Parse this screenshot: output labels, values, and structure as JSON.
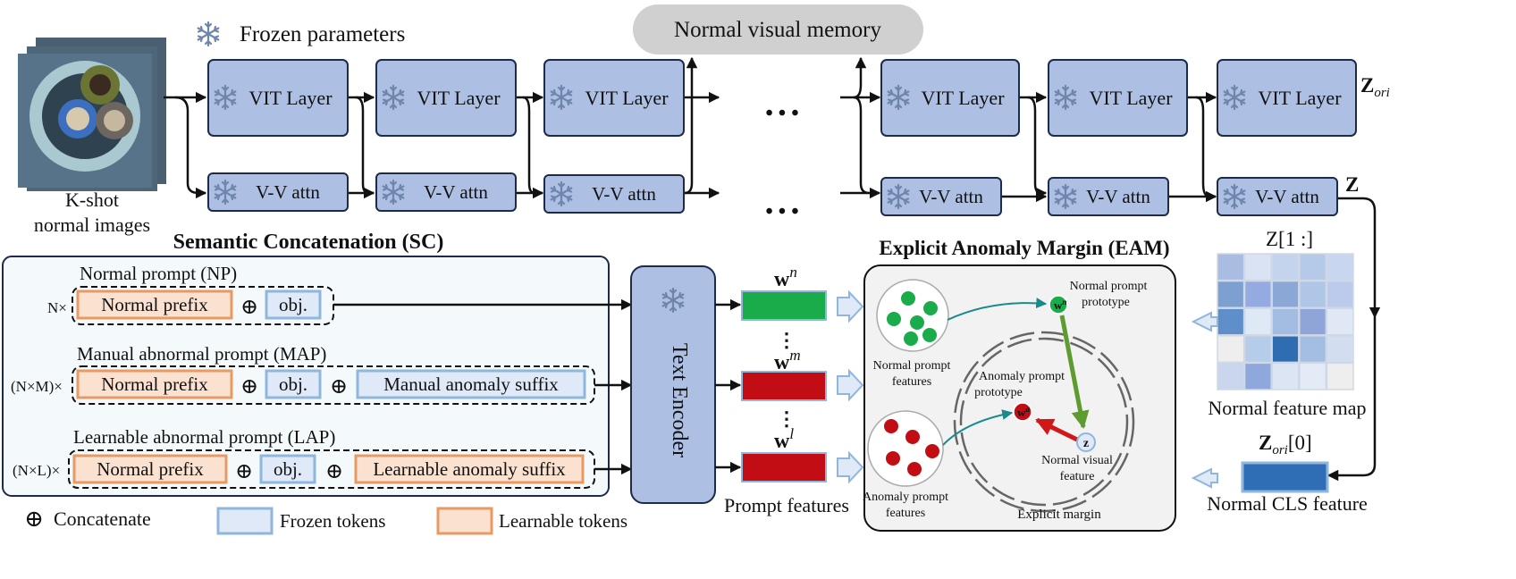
{
  "memory_label": "Normal visual memory",
  "legend_frozen_params": "Frozen parameters",
  "input_label_line1": "K-shot",
  "input_label_line2": "normal images",
  "vit_layer": "VIT Layer",
  "vv_attn": "V-V attn",
  "ellipsis": "• • •",
  "z_ori": "Z",
  "z_ori_sub": "ori",
  "z_label": "Z",
  "z_slice": "Z[1 :]",
  "normal_feature_map": "Normal feature map",
  "z_ori_0": "Z",
  "z_ori_0_suffix": "[0]",
  "normal_cls_feature": "Normal CLS feature",
  "sc_title": "Semantic Concatenation (SC)",
  "np_title": "Normal prompt (NP)",
  "map_title": "Manual abnormal prompt (MAP)",
  "lap_title": "Learnable abnormal prompt (LAP)",
  "np_mult": "N×",
  "map_mult": "(N×M)×",
  "lap_mult": "(N×L)×",
  "normal_prefix": "Normal prefix",
  "obj": "obj.",
  "manual_suffix": "Manual anomaly suffix",
  "learnable_suffix": "Learnable anomaly suffix",
  "concatenate": "Concatenate",
  "frozen_tokens": "Frozen tokens",
  "learnable_tokens": "Learnable tokens",
  "text_encoder": "Text Encoder",
  "w_n": "w",
  "w_n_sup": "n",
  "w_m": "w",
  "w_m_sup": "m",
  "w_l": "w",
  "w_l_sup": "l",
  "prompt_features": "Prompt features",
  "eam_title": "Explicit Anomaly Margin (EAM)",
  "np_proto_line1": "Normal prompt",
  "np_proto_line2": "prototype",
  "np_feat_line1": "Normal prompt",
  "np_feat_line2": "features",
  "ap_proto_line1": "Anomaly prompt",
  "ap_proto_line2": "prototype",
  "ap_feat_line1": "Anomaly prompt",
  "ap_feat_line2": "features",
  "nv_feat_line1": "Normal visual",
  "nv_feat_line2": "feature",
  "explicit_margin": "Explicit margin",
  "proto_w_n": "w",
  "proto_w_n_sup": "n",
  "proto_w_a": "w",
  "proto_w_a_sup": "a",
  "proto_z": "z",
  "feature_map_cells": [
    [
      "#a9bde3",
      "#d9e3f3",
      "#c3d4ec",
      "#b5c9e8",
      "#c8d7ef"
    ],
    [
      "#7da0d1",
      "#93abe0",
      "#8aa7d6",
      "#b0c6e7",
      "#bccbeb"
    ],
    [
      "#5f8fca",
      "#dfe9f6",
      "#a3bde2",
      "#8fa5da",
      "#e1e8f5"
    ],
    [
      "#eeeeee",
      "#b5cde9",
      "#2e6db2",
      "#a4bde3",
      "#d2def0"
    ],
    [
      "#c9d6ee",
      "#8fa8dc",
      "#dbe5f4",
      "#e3ebf6",
      "#eeeeee"
    ]
  ],
  "colors": {
    "vit": "#adbfe3",
    "prefix_fill": "#fbe1cf",
    "prefix_border": "#e89a63",
    "frozen_fill": "#dfe9f7",
    "frozen_border": "#8fb6dc",
    "normal_green": "#1aab4a",
    "anomaly_red": "#c20d14",
    "cls_blue": "#2f6db4"
  }
}
